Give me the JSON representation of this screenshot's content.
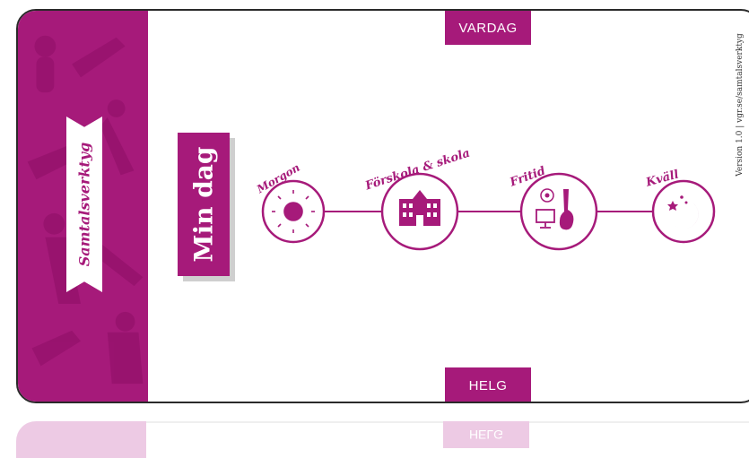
{
  "sidebar": {
    "ribbon_text": "Samtalsverktyg"
  },
  "tabs": {
    "top": "VARDAG",
    "bottom": "HELG"
  },
  "version": "Version 1.0 | vgr.se/samtalsverktyg",
  "heading": "Min dag",
  "timeline": {
    "items": [
      {
        "label": "Morgon",
        "icon": "sun-icon"
      },
      {
        "label": "Förskola & skola",
        "icon": "school-building-icon"
      },
      {
        "label": "Fritid",
        "icon": "ball-monitor-guitar-icon"
      },
      {
        "label": "Kväll",
        "icon": "moon-stars-icon"
      }
    ]
  },
  "reflection": {
    "tab": "HELG"
  },
  "colors": {
    "accent": "#a61a7a",
    "background": "#ffffff",
    "border": "#2a2a2a"
  }
}
